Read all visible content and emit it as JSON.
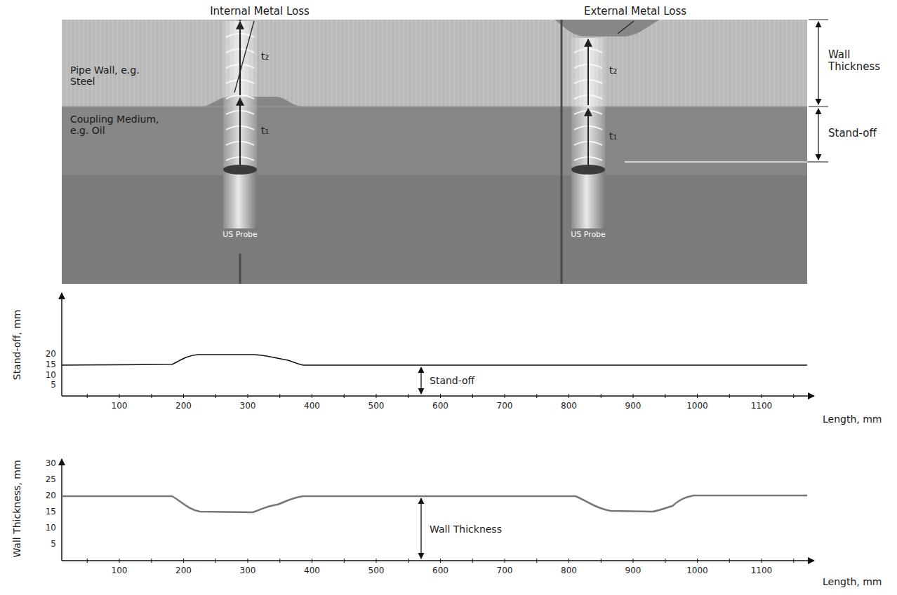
{
  "diagram": {
    "labels": [
      "Internal Metal Loss",
      "External Metal Loss",
      "Pipe Wall, e.g. Steel",
      "Coupling Medium, e.g. Oil",
      "t₂",
      "t₁",
      "t₂",
      "t₁",
      "US Probe",
      "US Probe",
      "Wall Thickness",
      "Stand-off",
      "Stand-off, mm",
      "20",
      "15",
      "10",
      "5",
      "Stand-off",
      "100",
      "200",
      "300",
      "400",
      "500",
      "600",
      "700",
      "800",
      "900",
      "1000",
      "1100",
      "Length, mm",
      "Wall Thickness, mm",
      "30",
      "25",
      "20",
      "15",
      "10",
      "5",
      "Wall Thickness",
      "100",
      "200",
      "300",
      "400",
      "500",
      "600",
      "700",
      "800",
      "900",
      "1000",
      "1100",
      "Length, mm"
    ]
  }
}
